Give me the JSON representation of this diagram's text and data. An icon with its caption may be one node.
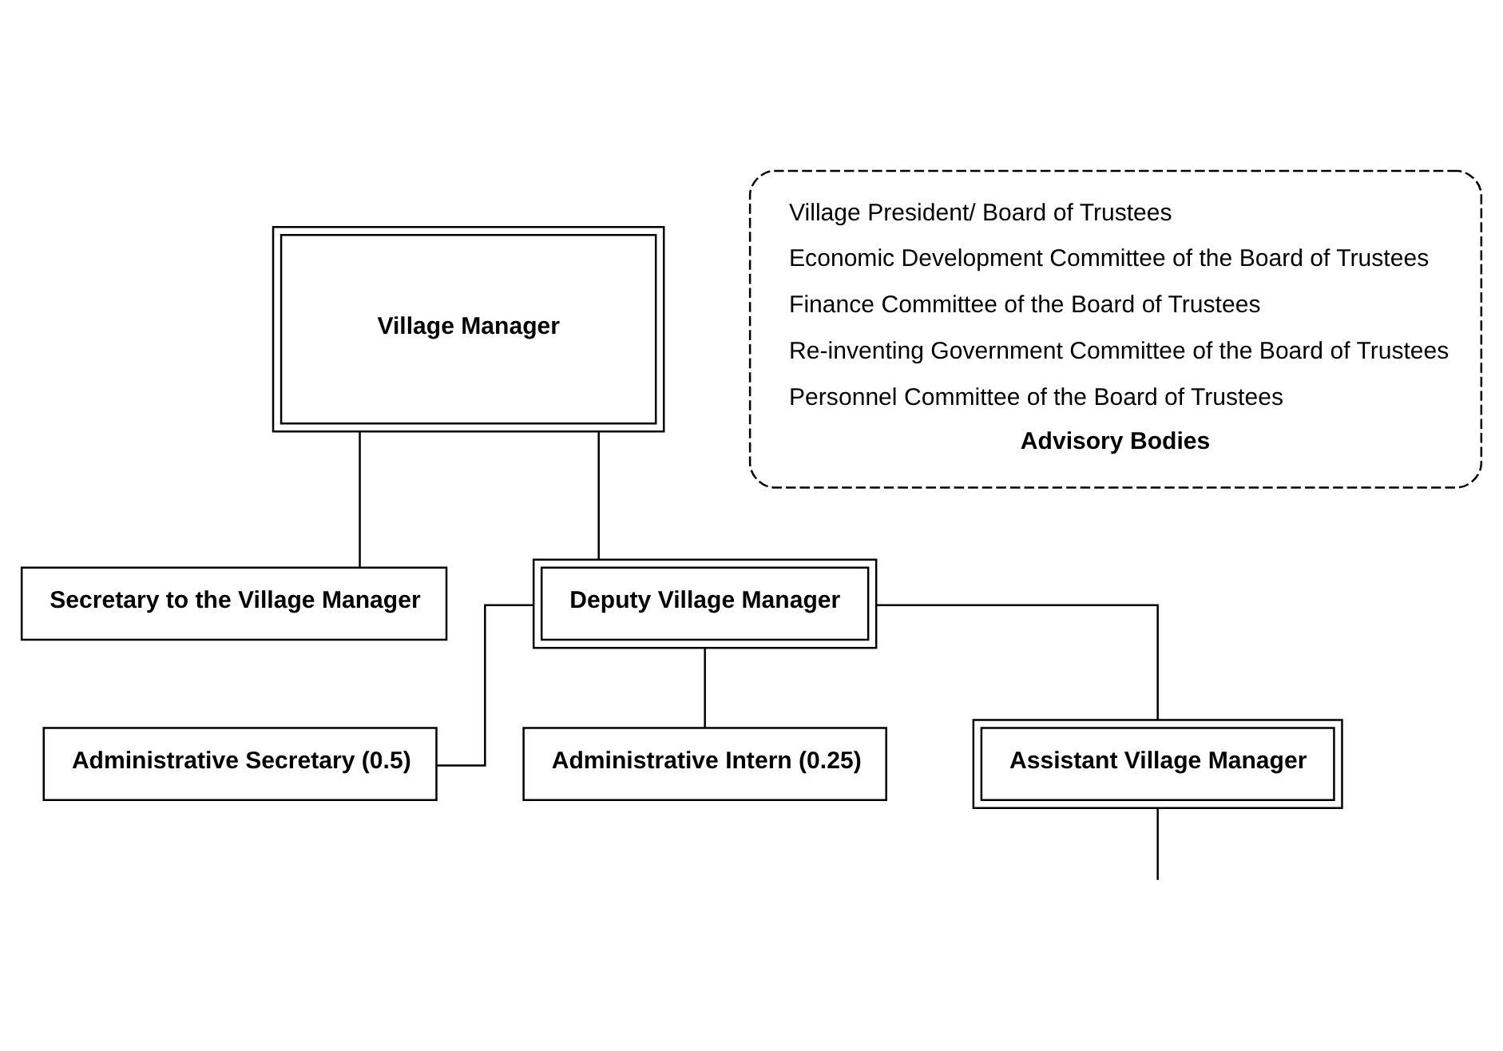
{
  "diagram": {
    "nodes": [
      {
        "text": [
          "Village Manager"
        ]
      },
      {
        "text": [
          "Secretary to the Village Manager"
        ]
      },
      {
        "text": [
          "Deputy Village Manager"
        ]
      },
      {
        "text": [
          "Administrative Secretary (0.5)"
        ]
      },
      {
        "text": [
          "Administrative Intern (0.25)"
        ]
      },
      {
        "text": [
          "Assistant Village Manager"
        ]
      },
      {
        "text": [
          "Village President/ Board of Trustees",
          "Economic Development Committee of the Board of Trustees",
          "Finance Committee of the Board of Trustees",
          "Re-inventing Government Committee of the Board of Trustees",
          "Personnel Committee of the Board of Trustees",
          "Advisory Bodies"
        ]
      }
    ],
    "edges": [
      {
        "from": 0,
        "to": 1,
        "arrow": "none"
      },
      {
        "from": 0,
        "to": 2,
        "arrow": "none"
      },
      {
        "from": 2,
        "to": 3,
        "arrow": "none"
      },
      {
        "from": 2,
        "to": 4,
        "arrow": "none"
      },
      {
        "from": 2,
        "to": 5,
        "arrow": "none"
      },
      {
        "from": 5,
        "to": null,
        "arrow": "none"
      }
    ]
  }
}
